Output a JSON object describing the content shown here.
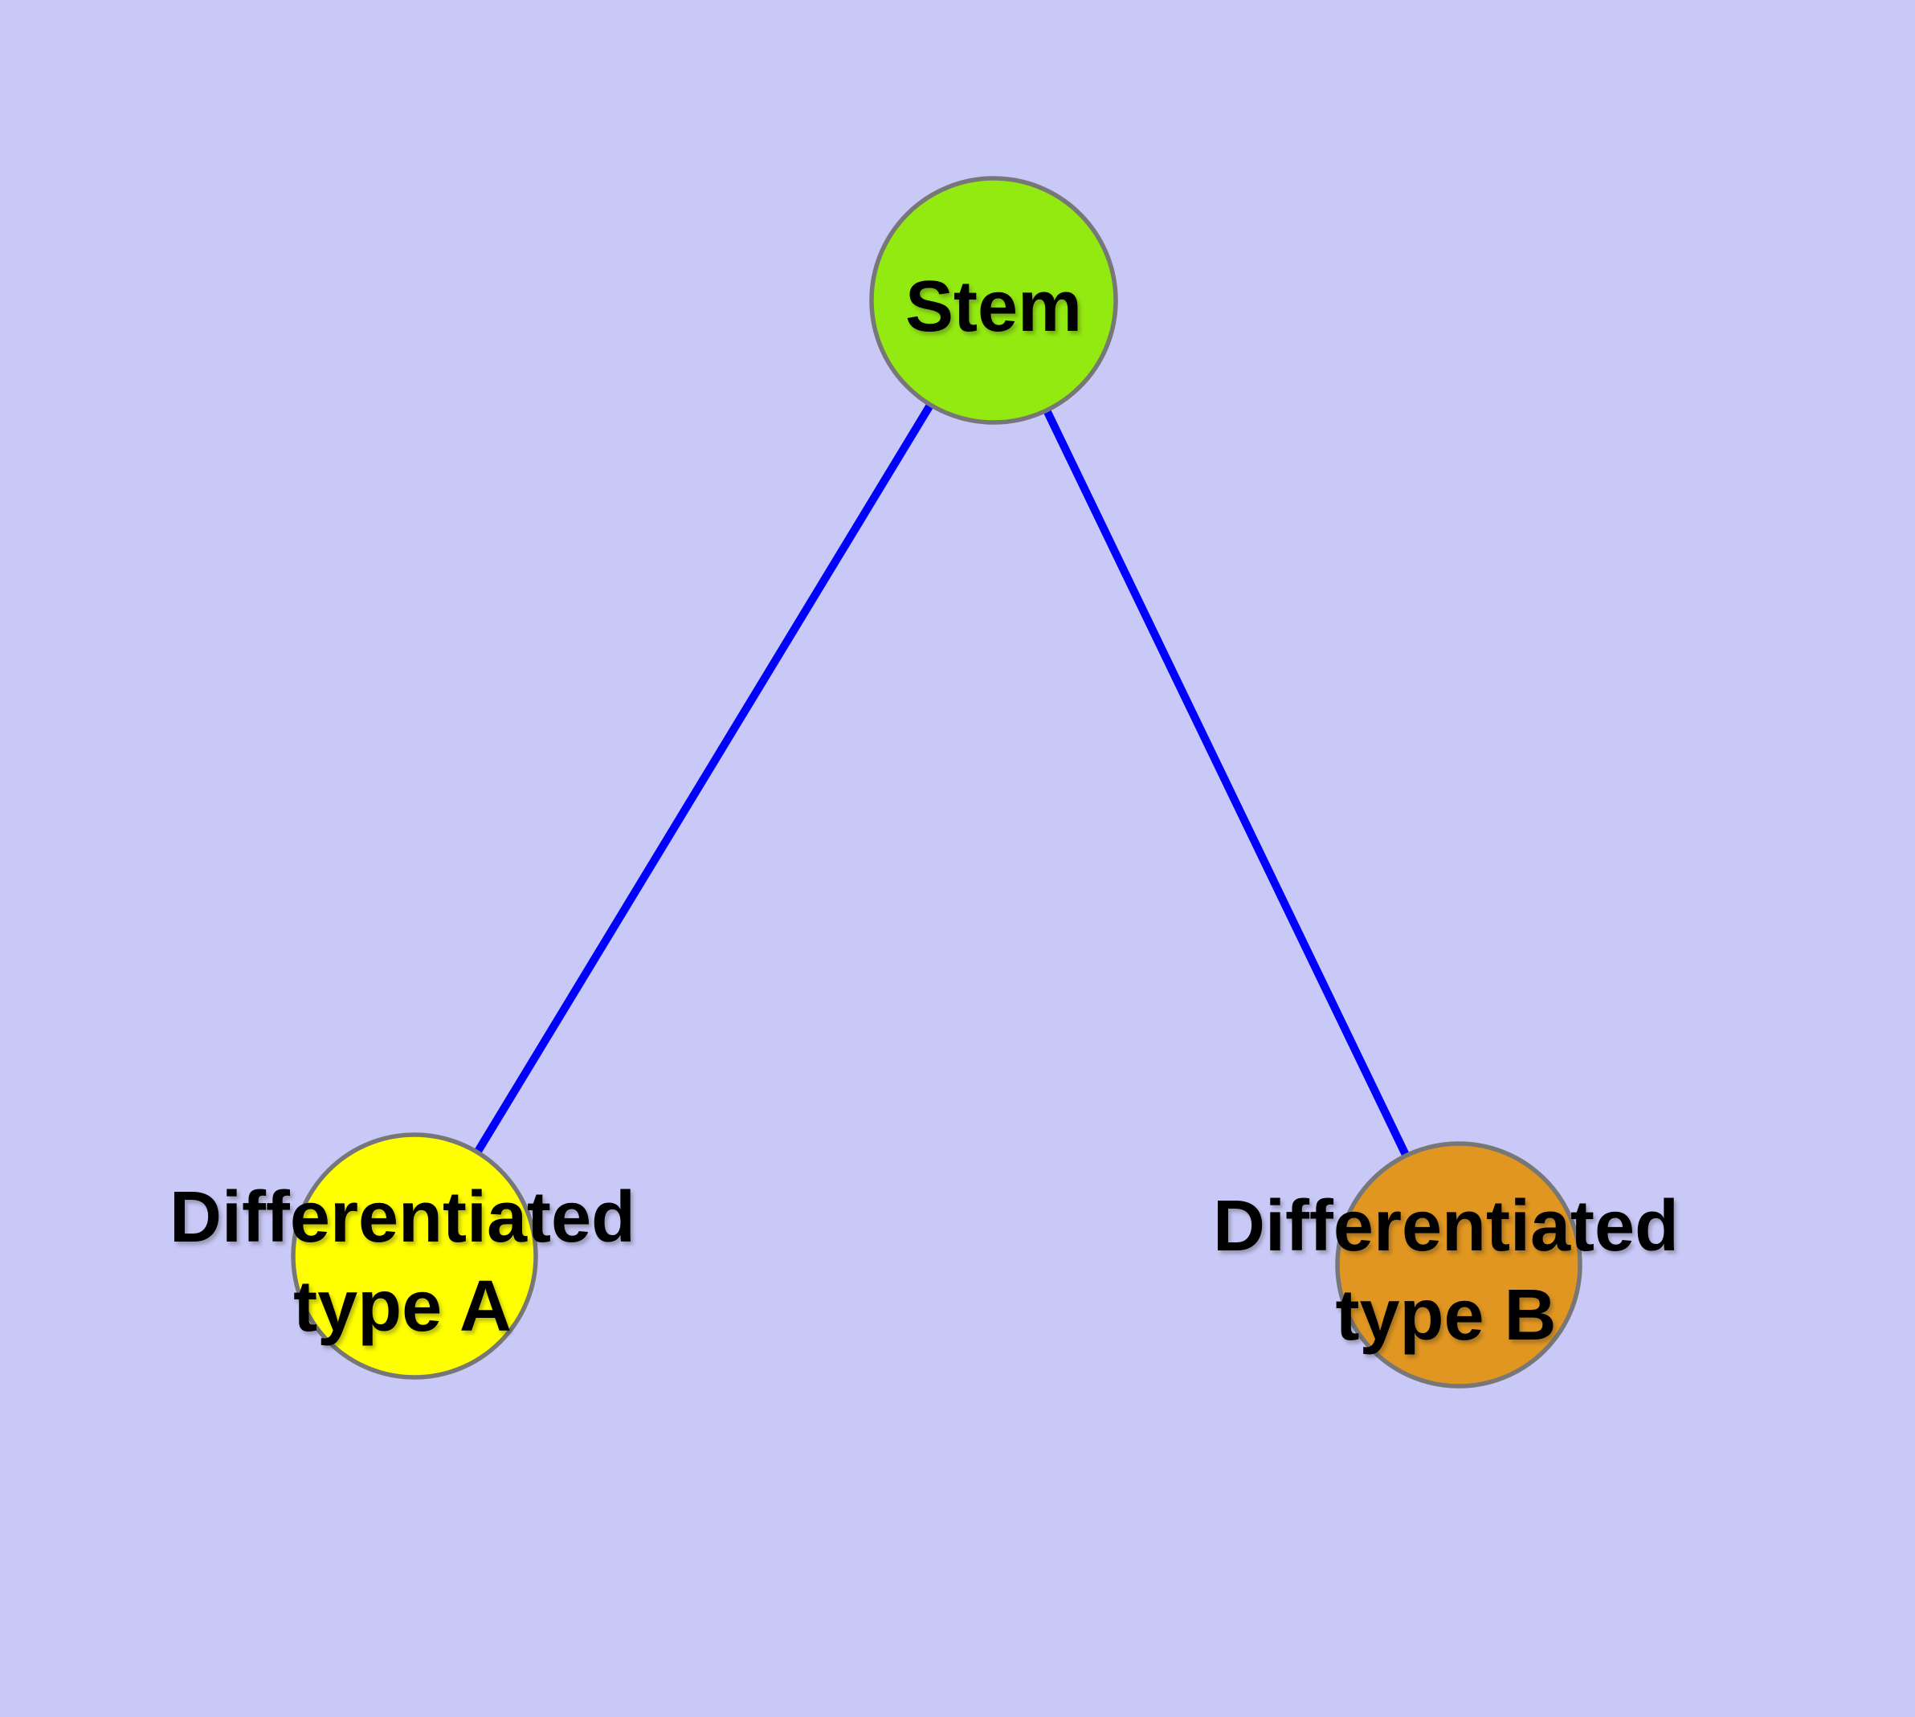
{
  "diagram": {
    "description": "Stem cell differentiation graph",
    "background_color": "#C9C9F7",
    "edge_color": "#0000FF",
    "node_border_color": "#777777",
    "label_color": "#000000",
    "nodes": [
      {
        "id": "stem",
        "label_lines": [
          "Stem"
        ],
        "fill": "#93EA10"
      },
      {
        "id": "type-a",
        "label_lines": [
          "Differentiated",
          "type A"
        ],
        "fill": "#FFFF00"
      },
      {
        "id": "type-b",
        "label_lines": [
          "Differentiated",
          "type B"
        ],
        "fill": "#E09620"
      }
    ],
    "edges": [
      {
        "from": "stem",
        "to": "type-a"
      },
      {
        "from": "stem",
        "to": "type-b"
      }
    ]
  }
}
